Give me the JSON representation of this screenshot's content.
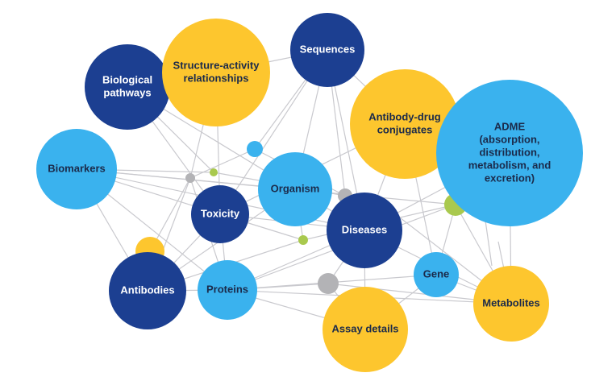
{
  "colors": {
    "dark_blue": "#1c3f91",
    "light_blue": "#3ab2ee",
    "yellow": "#fdc62e",
    "green": "#a9c94e",
    "gray": "#b3b3b6",
    "edge": "#c9c9ce",
    "text_light": "#ffffff",
    "text_dark": "#1b2a4a"
  },
  "nodes": [
    {
      "id": "sequences",
      "lines": [
        "Sequences"
      ],
      "color": "dark_blue"
    },
    {
      "id": "biological-pathways",
      "lines": [
        "Biological",
        "pathways"
      ],
      "color": "dark_blue"
    },
    {
      "id": "structure-activity",
      "lines": [
        "Structure-activity",
        "relationships"
      ],
      "color": "yellow"
    },
    {
      "id": "antibody-drug-conjugates",
      "lines": [
        "Antibody-drug",
        "conjugates"
      ],
      "color": "yellow"
    },
    {
      "id": "adme",
      "lines": [
        "ADME",
        "(absorption,",
        "distribution,",
        "metabolism, and",
        "excretion)"
      ],
      "color": "light_blue"
    },
    {
      "id": "biomarkers",
      "lines": [
        "Biomarkers"
      ],
      "color": "light_blue"
    },
    {
      "id": "organism",
      "lines": [
        "Organism"
      ],
      "color": "light_blue"
    },
    {
      "id": "toxicity",
      "lines": [
        "Toxicity"
      ],
      "color": "dark_blue"
    },
    {
      "id": "diseases",
      "lines": [
        "Diseases"
      ],
      "color": "dark_blue"
    },
    {
      "id": "gene",
      "lines": [
        "Gene"
      ],
      "color": "light_blue"
    },
    {
      "id": "antibodies",
      "lines": [
        "Antibodies"
      ],
      "color": "dark_blue"
    },
    {
      "id": "proteins",
      "lines": [
        "Proteins"
      ],
      "color": "light_blue"
    },
    {
      "id": "metabolites",
      "lines": [
        "Metabolites"
      ],
      "color": "yellow"
    },
    {
      "id": "assay-details",
      "lines": [
        "Assay details"
      ],
      "color": "yellow"
    }
  ]
}
